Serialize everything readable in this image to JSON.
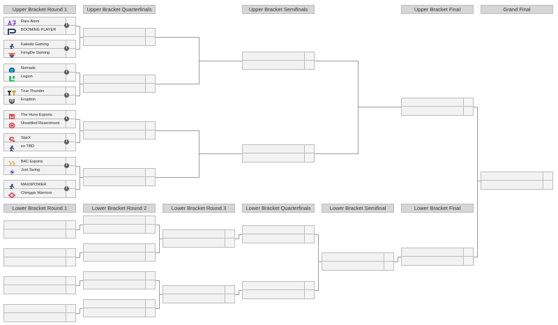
{
  "headers": {
    "ub_r1": "Upper Bracket Round 1",
    "ub_qf": "Upper Bracket Quarterfinals",
    "ub_sf": "Upper Bracket Semifinals",
    "ub_final": "Upper Bracket Final",
    "grand_final": "Grand Final",
    "lb_r1": "Lower Bracket Round 1",
    "lb_r2": "Lower Bracket Round 2",
    "lb_r3": "Lower Bracket Round 3",
    "lb_qf": "Lower Bracket Quarterfinals",
    "lb_sf": "Lower Bracket Semifinal",
    "lb_final": "Lower Bracket Final"
  },
  "info_icon": "i",
  "upper_round1": [
    {
      "team1": {
        "name": "Rare Atom",
        "logo": "rare-atom-logo",
        "color": "#8a3ec9"
      },
      "team2": {
        "name": "BOOMING PLAYER",
        "logo": "booming-player-logo",
        "color": "#1b2a57"
      }
    },
    {
      "team1": {
        "name": "Kaleido Gaming",
        "logo": "kaleido-gaming-logo",
        "color": "#2a3d7a"
      },
      "team2": {
        "name": "FengDe Gaming",
        "logo": "fengde-gaming-logo",
        "color": "#ef6a23"
      }
    },
    {
      "team1": {
        "name": "Nomads",
        "logo": "nomads-logo",
        "color": "#1f5fa8"
      },
      "team2": {
        "name": "Legion",
        "logo": "legion-logo",
        "color": "#2bc46b"
      }
    },
    {
      "team1": {
        "name": "True Thunder",
        "logo": "true-thunder-logo",
        "color": "#c7a227"
      },
      "team2": {
        "name": "Eruption",
        "logo": "eruption-logo",
        "color": "#333333"
      }
    },
    {
      "team1": {
        "name": "The Huns Esports",
        "logo": "the-huns-esports-logo",
        "color": "#d6373b"
      },
      "team2": {
        "name": "Unsettled Resentment",
        "logo": "unsettled-resentment-logo",
        "color": "#d23d3d"
      }
    },
    {
      "team1": {
        "name": "StarX",
        "logo": "starx-logo",
        "color": "#d63a3a"
      },
      "team2": {
        "name": "ex-TBD",
        "logo": "ex-tbd-logo",
        "color": "#2a3d7a"
      }
    },
    {
      "team1": {
        "name": "B4C Esports",
        "logo": "b4c-esports-logo",
        "color": "#e0a622"
      },
      "team2": {
        "name": "Just Swing",
        "logo": "just-swing-logo",
        "color": "#5a3fd0"
      }
    },
    {
      "team1": {
        "name": "MAXIIPOWER",
        "logo": "maxiipower-logo",
        "color": "#2a3d7a"
      },
      "team2": {
        "name": "Chinggis Warriors",
        "logo": "chinggis-warriors-logo",
        "color": "#e04b6a"
      }
    }
  ]
}
